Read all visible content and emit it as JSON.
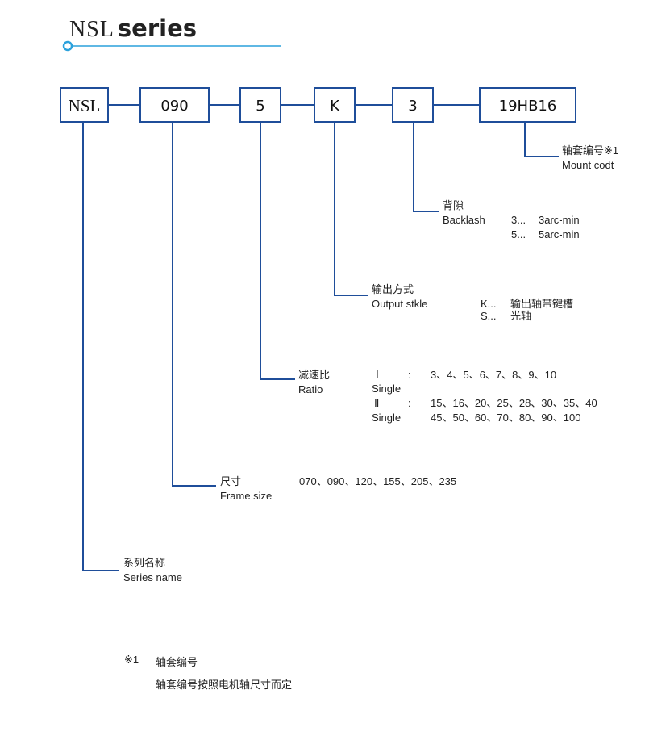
{
  "header": {
    "code": "NSL",
    "word": "series"
  },
  "code": {
    "series": "NSL",
    "frame": "090",
    "ratio": "5",
    "output": "K",
    "backlash": "3",
    "mount": "19HB16"
  },
  "labels": {
    "mount": {
      "cn": "轴套编号※1",
      "en": "Mount codt"
    },
    "backlash": {
      "cn": "背隙",
      "en": "Backlash"
    },
    "output": {
      "cn": "输出方式",
      "en": "Output stkle"
    },
    "ratio": {
      "cn": "减速比",
      "en": "Ratio"
    },
    "frame": {
      "cn": "尺寸",
      "en": "Frame size"
    },
    "series": {
      "cn": "系列名称",
      "en": "Series name"
    }
  },
  "backlash_options": [
    {
      "code": "3...",
      "desc": "3arc-min"
    },
    {
      "code": "5...",
      "desc": "5arc-min"
    }
  ],
  "output_options": [
    {
      "code": "K...",
      "desc": "输出轴带键槽"
    },
    {
      "code": "S...",
      "desc": "光轴"
    }
  ],
  "ratio_options": {
    "stage1": {
      "mark": "Ⅰ",
      "sep": ":",
      "sub": "Single",
      "values": "3、4、5、6、7、8、9、10"
    },
    "stage2": {
      "mark": "Ⅱ",
      "sep": ":",
      "sub": "Single",
      "values1": "15、16、20、25、28、30、35、40",
      "values2": "45、50、60、70、80、90、100"
    }
  },
  "frame_options": "070、090、120、155、205、235",
  "footnote": {
    "mark": "※1",
    "title": "轴套编号",
    "text": "轴套编号按照电机轴尺寸而定"
  },
  "colors": {
    "line": "#1f4e9a",
    "accent": "#2aa1dc",
    "text": "#222222"
  }
}
